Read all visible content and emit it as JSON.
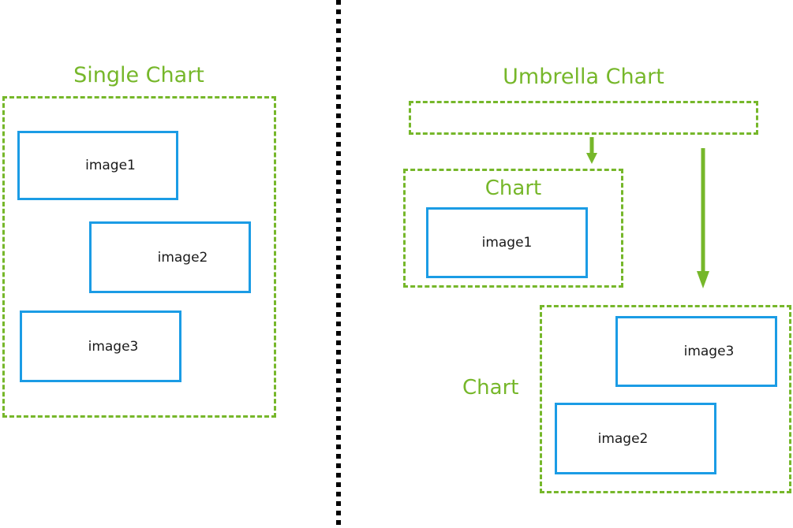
{
  "colors": {
    "green": "#76b72a",
    "blue": "#1b9ce5",
    "text": "#1a1a1a",
    "divider": "#000000",
    "background": "#ffffff"
  },
  "divider": {
    "name": "vertical-dotted-divider",
    "style": "dotted"
  },
  "left_panel": {
    "title": "Single Chart",
    "container": {
      "name": "single-chart-container",
      "style": "dashed-green"
    },
    "boxes": [
      {
        "label": "image1"
      },
      {
        "label": "image2"
      },
      {
        "label": "image3"
      }
    ]
  },
  "right_panel": {
    "title": "Umbrella Chart",
    "umbrella_box": {
      "name": "umbrella-chart-container",
      "label": ""
    },
    "arrows": [
      {
        "name": "short-down-arrow",
        "direction": "down"
      },
      {
        "name": "long-down-arrow",
        "direction": "down"
      }
    ],
    "charts": [
      {
        "label": "Chart",
        "label_position": "inside-top",
        "boxes": [
          {
            "label": "image1"
          }
        ]
      },
      {
        "label": "Chart",
        "label_position": "outside-left",
        "boxes": [
          {
            "label": "image3"
          },
          {
            "label": "image2"
          }
        ]
      }
    ]
  }
}
